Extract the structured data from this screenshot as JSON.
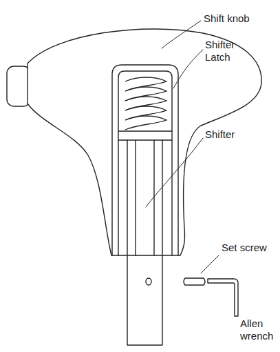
{
  "diagram": {
    "labels": [
      "Shift knob",
      "Shifter Latch",
      "Shifter",
      "Set screw",
      "Allen wrench"
    ]
  }
}
